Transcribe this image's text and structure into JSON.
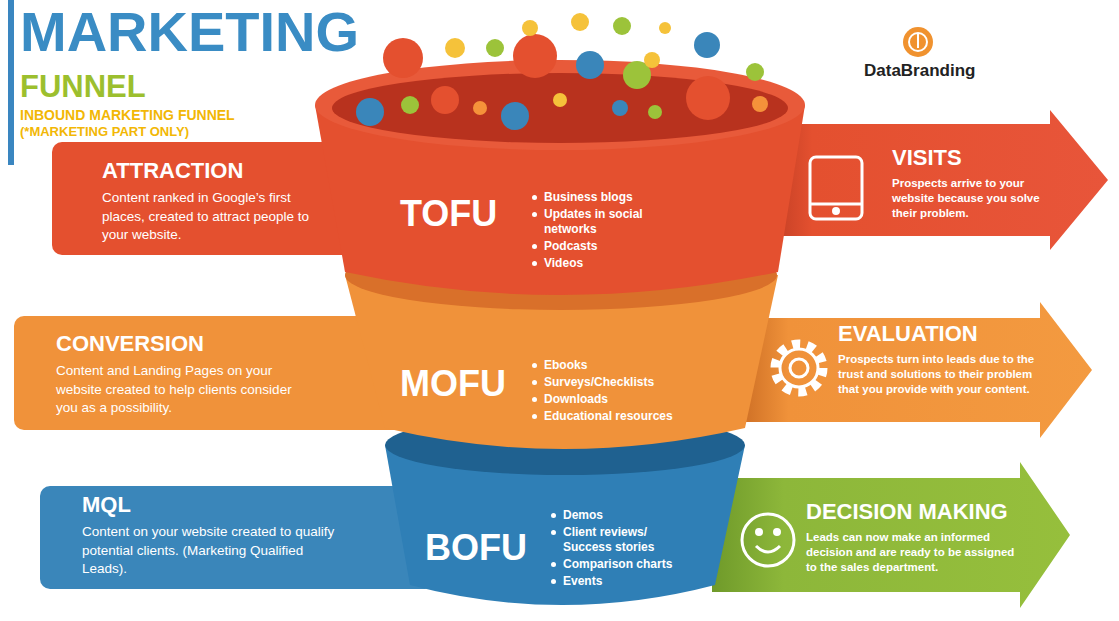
{
  "diagram": {
    "title": "MARKETING",
    "nodes": [
      {
        "text": [
          "ATTRACTION",
          "Content ranked in Google’s first places, created to attract people to your website."
        ]
      },
      {
        "text": [
          "TOFU",
          "Business blogs",
          "Updates in social networks",
          "Podcasts",
          "Videos"
        ]
      },
      {
        "text": [
          "VISITS",
          "Prospects arrive to your website because you solve their problem."
        ]
      },
      {
        "text": [
          "CONVERSION",
          "Content and Landing Pages on your website created to help clients consider you as a possibility."
        ]
      },
      {
        "text": [
          "MOFU",
          "Ebooks",
          "Surveys/Checklists",
          "Downloads",
          "Educational resources"
        ]
      },
      {
        "text": [
          "EVALUATION",
          "Prospects turn into leads due to the trust and solutions to their problem that you provide with your content."
        ]
      },
      {
        "text": [
          "MQL",
          "Content on your website created to qualify potential clients. (Marketing Qualified Leads)."
        ]
      },
      {
        "text": [
          "BOFU",
          "Demos",
          "Client reviews/ Success stories",
          "Comparison charts",
          "Events"
        ]
      },
      {
        "text": [
          "DECISION MAKING",
          "Leads can now make an informed decision and are ready to be assigned to the sales department."
        ]
      }
    ],
    "labels": [
      "FUNNEL",
      "INBOUND MARKETING FUNNEL",
      "(*MARKETING PART ONLY)",
      "DataBranding"
    ]
  }
}
